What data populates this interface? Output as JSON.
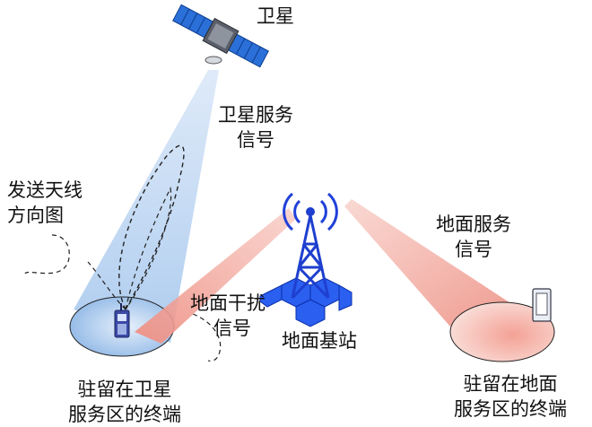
{
  "labels": {
    "satellite": "卫星",
    "satellite_service_signal": [
      "卫星服务",
      "信号"
    ],
    "tx_antenna_pattern": [
      "发送天线",
      "方向图"
    ],
    "ground_interference_signal": [
      "地面干扰",
      "信号"
    ],
    "ground_base_station": "地面基站",
    "ground_service_signal": [
      "地面服务",
      "信号"
    ],
    "terminal_in_satellite_area": [
      "驻留在卫星",
      "服务区的终端"
    ],
    "terminal_in_ground_area": [
      "驻留在地面",
      "服务区的终端"
    ]
  },
  "colors": {
    "satellite_beam": "#b8d4f0",
    "interference_beam": "#f2a69c",
    "service_beam": "#f4b3aa",
    "tower": "#2a4fd6",
    "satellite_panel": "#2b6fd8"
  }
}
